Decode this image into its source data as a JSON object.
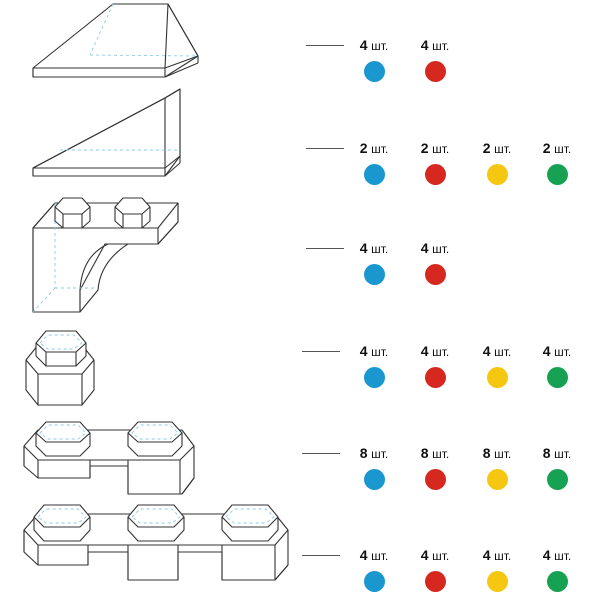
{
  "colors": {
    "blue": "#1b97cf",
    "red": "#d6281f",
    "yellow": "#f5c710",
    "green": "#17a152"
  },
  "parts": [
    {
      "name": "wedge-slope-large",
      "quantities": [
        {
          "count": "4",
          "unit": "шт.",
          "color": "blue"
        },
        {
          "count": "4",
          "unit": "шт.",
          "color": "red"
        }
      ]
    },
    {
      "name": "wedge-slope-small",
      "quantities": [
        {
          "count": "2",
          "unit": "шт.",
          "color": "blue"
        },
        {
          "count": "2",
          "unit": "шт.",
          "color": "red"
        },
        {
          "count": "2",
          "unit": "шт.",
          "color": "yellow"
        },
        {
          "count": "2",
          "unit": "шт.",
          "color": "green"
        }
      ]
    },
    {
      "name": "arch-brick",
      "quantities": [
        {
          "count": "4",
          "unit": "шт.",
          "color": "blue"
        },
        {
          "count": "4",
          "unit": "шт.",
          "color": "red"
        }
      ]
    },
    {
      "name": "round-brick-1x1",
      "quantities": [
        {
          "count": "4",
          "unit": "шт.",
          "color": "blue"
        },
        {
          "count": "4",
          "unit": "шт.",
          "color": "red"
        },
        {
          "count": "4",
          "unit": "шт.",
          "color": "yellow"
        },
        {
          "count": "4",
          "unit": "шт.",
          "color": "green"
        }
      ]
    },
    {
      "name": "double-round-plate",
      "quantities": [
        {
          "count": "8",
          "unit": "шт.",
          "color": "blue"
        },
        {
          "count": "8",
          "unit": "шт.",
          "color": "red"
        },
        {
          "count": "8",
          "unit": "шт.",
          "color": "yellow"
        },
        {
          "count": "8",
          "unit": "шт.",
          "color": "green"
        }
      ]
    },
    {
      "name": "triple-round-plate",
      "quantities": [
        {
          "count": "4",
          "unit": "шт.",
          "color": "blue"
        },
        {
          "count": "4",
          "unit": "шт.",
          "color": "red"
        },
        {
          "count": "4",
          "unit": "шт.",
          "color": "yellow"
        },
        {
          "count": "4",
          "unit": "шт.",
          "color": "green"
        }
      ]
    }
  ]
}
